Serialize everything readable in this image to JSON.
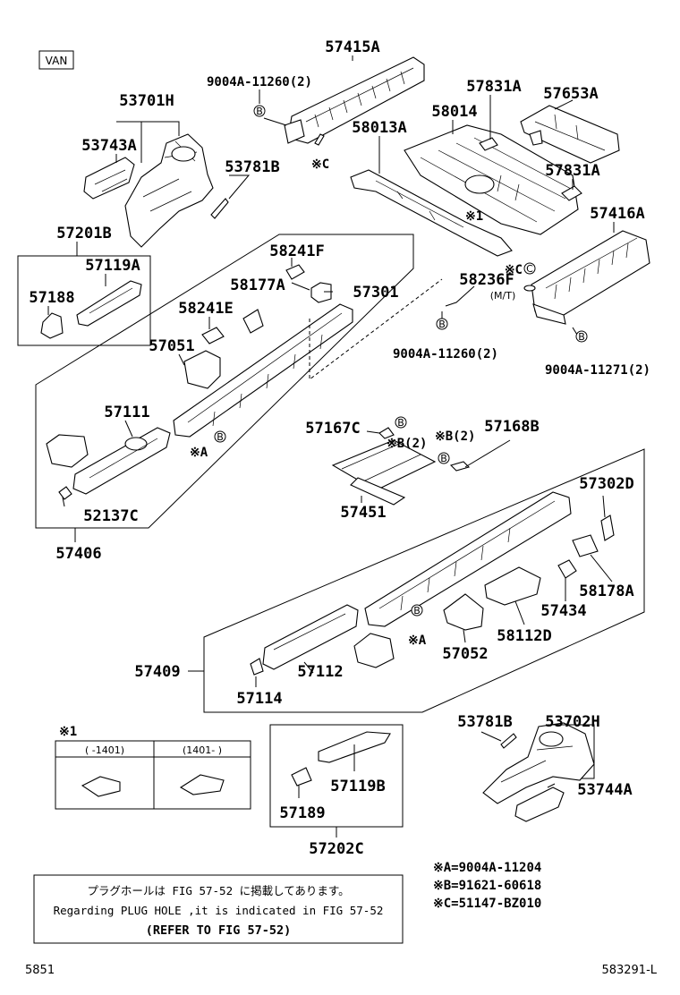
{
  "variant_badge": "VAN",
  "labels": {
    "p57415A": "57415A",
    "p9004A11260_top": "9004A-11260(2)",
    "p53701H": "53701H",
    "p53743A": "53743A",
    "p53781B_top": "53781B",
    "p58013A": "58013A",
    "p58014": "58014",
    "p57831A_top": "57831A",
    "p57653A": "57653A",
    "p57831A_mid": "57831A",
    "p57416A": "57416A",
    "p57201B": "57201B",
    "p57119A": "57119A",
    "p57188": "57188",
    "p58241F": "58241F",
    "p58177A": "58177A",
    "p57301": "57301",
    "p58241E": "58241E",
    "p57051": "57051",
    "p57111": "57111",
    "p52137C": "52137C",
    "p57406": "57406",
    "p58236F": "58236F",
    "mt": "(M/T)",
    "p9004A11260_mid": "9004A-11260(2)",
    "p9004A11271": "9004A-11271(2)",
    "p57167C": "57167C",
    "p57168B": "57168B",
    "p57451": "57451",
    "p57302D": "57302D",
    "p58178A": "58178A",
    "p57434": "57434",
    "p58112D": "58112D",
    "p57052": "57052",
    "p57409": "57409",
    "p57112": "57112",
    "p57114": "57114",
    "p53702H": "53702H",
    "p53781B_bot": "53781B",
    "p53744A": "53744A",
    "p57119B": "57119B",
    "p57189": "57189",
    "p57202C": "57202C"
  },
  "markers": {
    "ref_a": "※A",
    "ref_b": "※B(2)",
    "ref_c": "※C",
    "ref_1": "※1",
    "circle_b": "B",
    "circle_c": "C"
  },
  "inset_table": {
    "title": "※1",
    "col1": "(    -1401)",
    "col2": "(1401-    )"
  },
  "legend": {
    "a": "※A=9004A-11204",
    "b": "※B=91621-60618",
    "c": "※C=51147-BZ010"
  },
  "note": {
    "line1": "プラグホールは FIG 57-52 に掲載してあります。",
    "line2": "Regarding PLUG HOLE ,it is indicated in FIG 57-52",
    "line3": "(REFER TO FIG 57-52)"
  },
  "footer": {
    "left": "5851",
    "right": "583291-L"
  }
}
